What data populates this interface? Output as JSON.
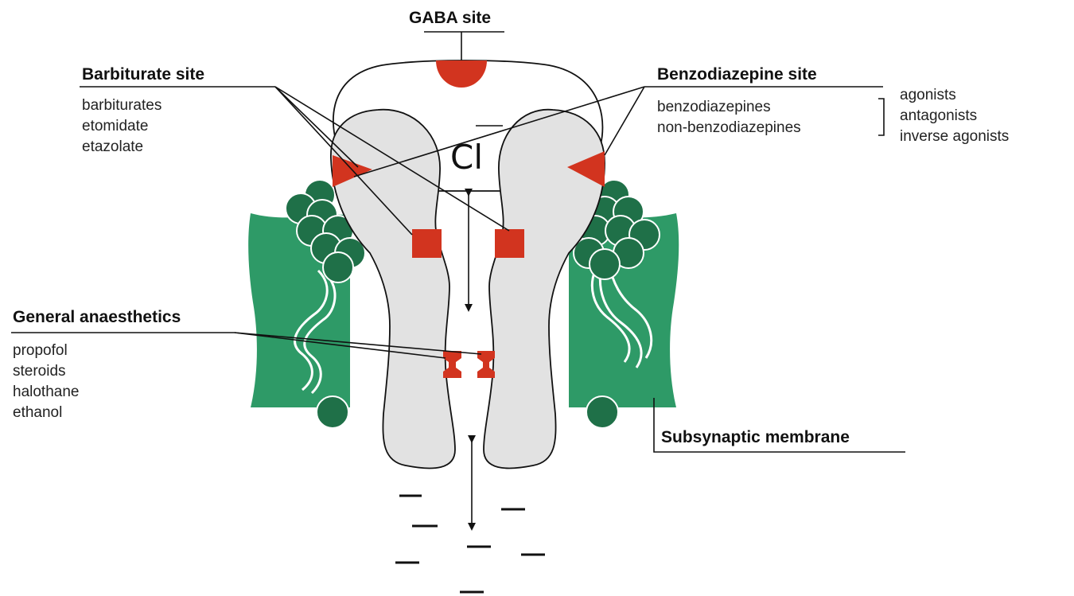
{
  "labels": {
    "gaba_site": "GABA site",
    "barbiturate_site": "Barbiturate site",
    "benzodiazepine_site": "Benzodiazepine site",
    "general_anaesthetics": "General anaesthetics",
    "subsynaptic_membrane": "Subsynaptic membrane",
    "chloride_ion": "Cl"
  },
  "barbiturate_list": [
    "barbiturates",
    "etomidate",
    "etazolate"
  ],
  "benzodiazepine_list": [
    "benzodiazepines",
    "non-benzodiazepines"
  ],
  "benzodiazepine_ligand_types": [
    "agonists",
    "antagonists",
    "inverse agonists"
  ],
  "anaesthetics_list": [
    "propofol",
    "steroids",
    "halothane",
    "ethanol"
  ],
  "colors": {
    "membrane": "#2e9a67",
    "membrane_bead": "#1f7048",
    "receptor_fill": "#e2e2e2",
    "binding_site": "#d2341f",
    "outline": "#111111"
  }
}
